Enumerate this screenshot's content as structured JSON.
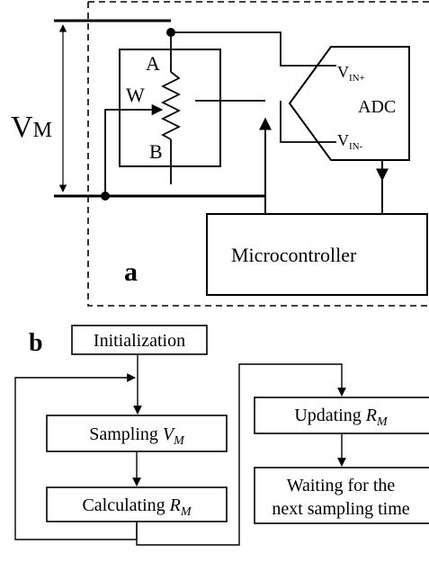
{
  "panel_a": {
    "panel_label": "a",
    "voltage": {
      "main": "V",
      "sub": "M"
    },
    "pot": {
      "a": "A",
      "w": "W",
      "b": "B"
    },
    "adc": {
      "label": "ADC",
      "vin_plus": {
        "main": "V",
        "sub": "IN+"
      },
      "vin_minus": {
        "main": "V",
        "sub": "IN-"
      }
    },
    "mcu_label": "Microcontroller"
  },
  "panel_b": {
    "panel_label": "b",
    "init": "Initialization",
    "sampling": {
      "text": "Sampling ",
      "var": "V",
      "sub": "M"
    },
    "calculating": {
      "text": "Calculating ",
      "var": "R",
      "sub": "M"
    },
    "updating": {
      "text": "Updating ",
      "var": "R",
      "sub": "M"
    },
    "waiting_line1": "Waiting for the",
    "waiting_line2": "next sampling time"
  }
}
